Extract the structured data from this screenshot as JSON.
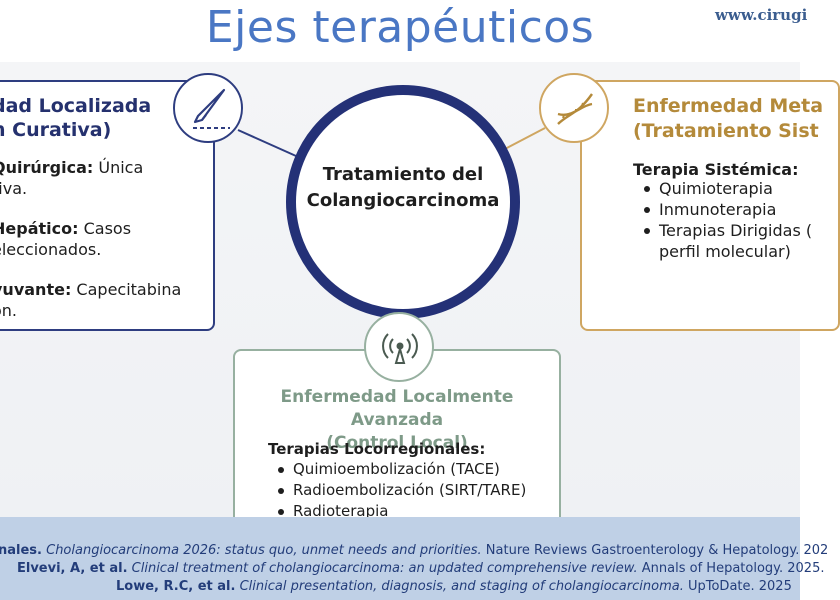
{
  "header": {
    "title": "Ejes terapéuticos",
    "site_url": "www.cirugi"
  },
  "center": {
    "line1": "Tratamiento del",
    "line2": "Colangiocarcinoma"
  },
  "left_panel": {
    "title_line1": "dad Localizada",
    "title_line2": "n Curativa)",
    "items": [
      {
        "label": "Quirúrgica:",
        "text_line1": " Única",
        "text_line2": "tiva."
      },
      {
        "label": "Hepático:",
        "text_line1": " Casos",
        "text_line2": "eleccionados."
      },
      {
        "label": "yuvante:",
        "text_line1": " Capecitabina",
        "text_line2": "ón."
      }
    ],
    "icon": "scalpel-icon"
  },
  "right_panel": {
    "title_line1": "Enfermedad Meta",
    "title_line2": "(Tratamiento Sist",
    "heading": "Terapia Sistémica:",
    "items": [
      "Quimioterapia",
      "Inmunoterapia",
      "Terapias Dirigidas (",
      "perfil molecular)"
    ],
    "icon": "dna-icon"
  },
  "bottom_panel": {
    "title_line1": "Enfermedad Localmente Avanzada",
    "title_line2": "(Control Local)",
    "heading": "Terapias Locorregionales:",
    "items": [
      "Quimioembolización (TACE)",
      "Radioembolización (SIRT/TARE)",
      "Radioterapia"
    ],
    "icon": "radiation-antenna-icon"
  },
  "references": [
    {
      "author": "nales.",
      "title": " Cholangiocarcinoma 2026: status quo, unmet needs and priorities.",
      "source": " Nature Reviews Gastroenterology & Hepatology. 202"
    },
    {
      "author": "Elvevi, A, et al.",
      "title": " Clinical treatment of cholangiocarcinoma: an updated comprehensive review.",
      "source": " Annals of Hepatology. 2025."
    },
    {
      "author": "Lowe, R.C, et al.",
      "title": " Clinical presentation, diagnosis, and staging of cholangiocarcinoma.",
      "source": " UpToDate. 2025"
    }
  ],
  "colors": {
    "navy": "#243177",
    "gold": "#cfa661",
    "sage": "#97b0a0",
    "title_blue": "#4a77c4",
    "footer_bg": "#bfd0e6"
  }
}
